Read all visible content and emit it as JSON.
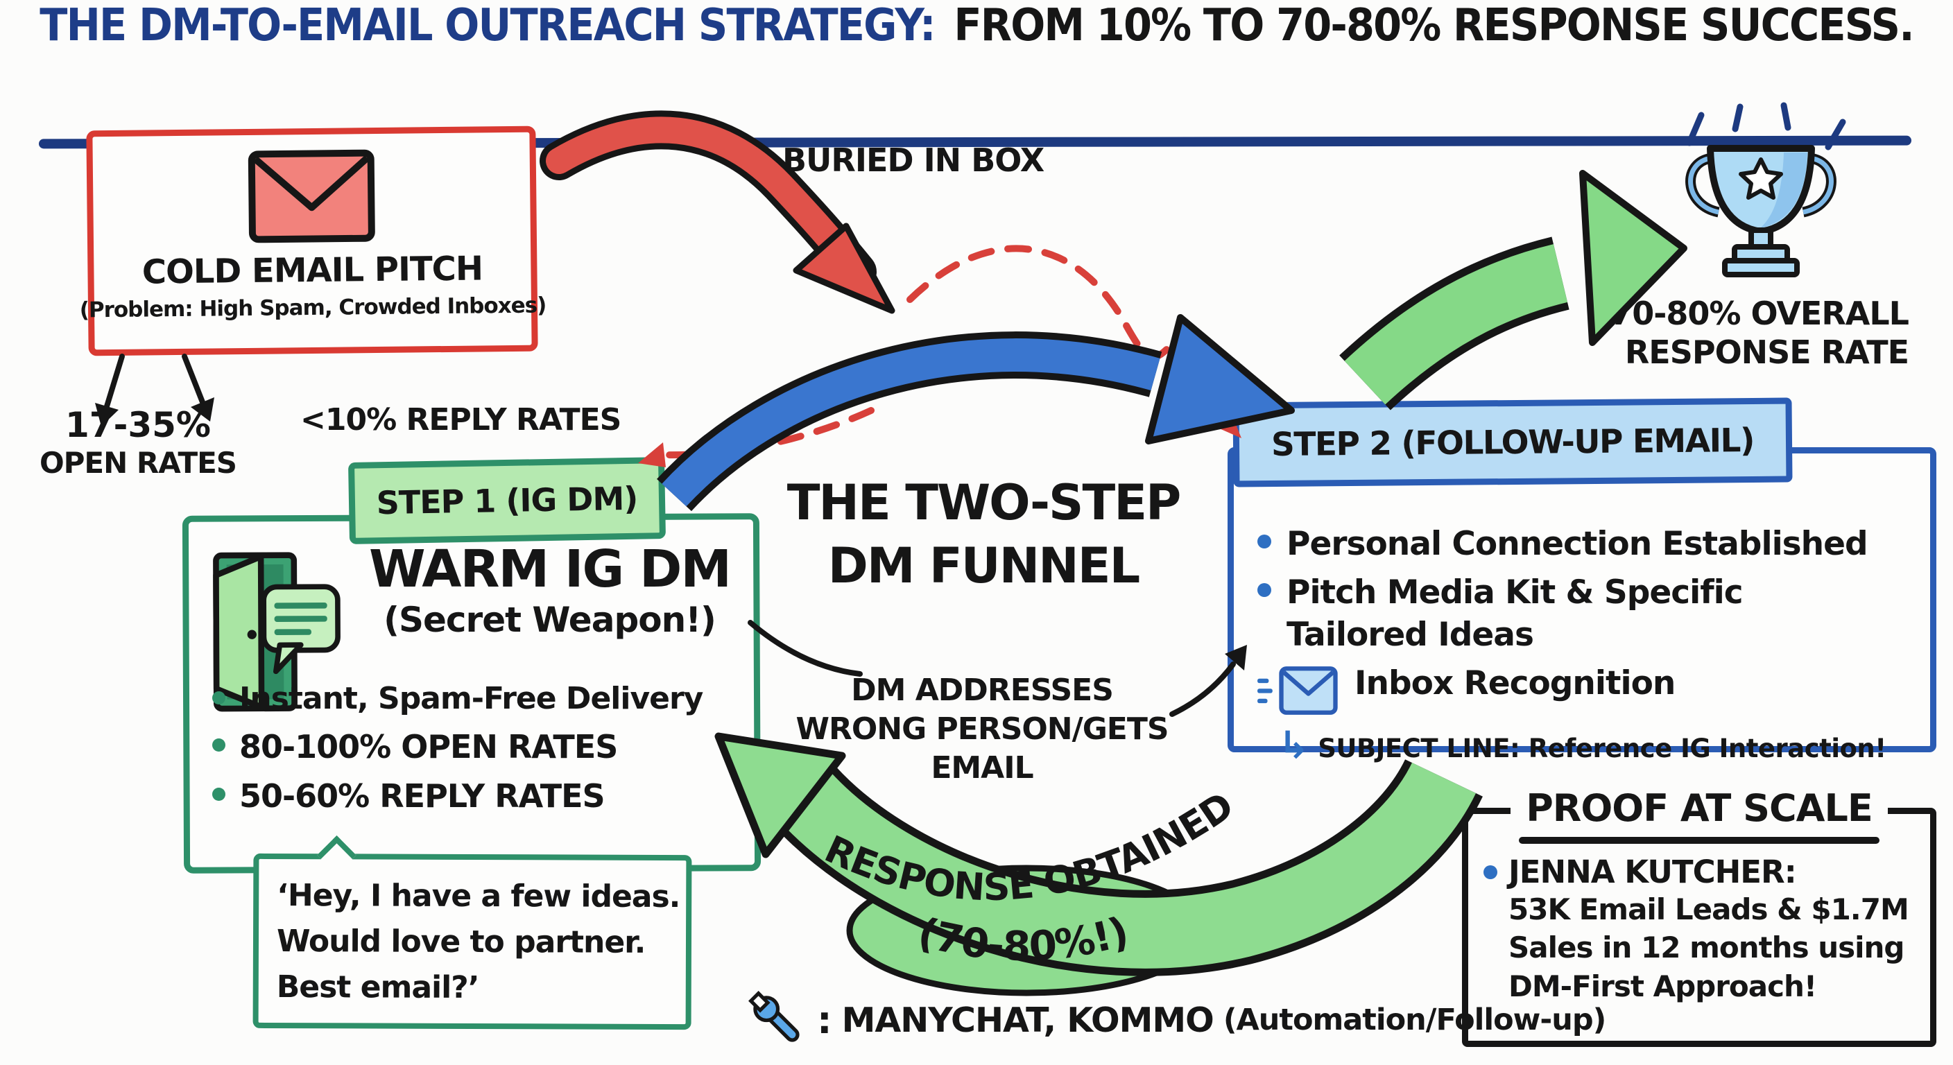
{
  "palette": {
    "ink": "#161616",
    "title_blue": "#1e3d88",
    "red": "#d93a32",
    "red_fill": "#f2827c",
    "green_dark": "#2e9069",
    "green_light": "#b5e9b0",
    "green_arrow": "#8edc90",
    "blue_dark": "#2b5cb4",
    "blue_light": "#b8dcf5",
    "blue_accent": "#2e6fc2",
    "trophy_blue": "#aedbf5",
    "wrench_blue": "#5aa7e8"
  },
  "title": {
    "highlight": "THE DM-TO-EMAIL OUTREACH STRATEGY:",
    "rest": "FROM 10% TO 70-80% RESPONSE SUCCESS."
  },
  "cold_email": {
    "heading": "COLD EMAIL PITCH",
    "problem": "(Problem: High Spam, Crowded Inboxes)",
    "open_rate_value": "17-35%",
    "open_rate_label": "OPEN RATES",
    "reply_rate": "<10% REPLY RATES",
    "buried_label": "BURIED IN BOX"
  },
  "step1": {
    "badge": "STEP 1 (IG DM)",
    "heading": "WARM IG DM",
    "subheading": "(Secret Weapon!)",
    "bullets": [
      "Instant, Spam-Free Delivery",
      "80-100% OPEN RATES",
      "50-60% REPLY RATES"
    ],
    "quote_lines": [
      "‘Hey, I have a few ideas.",
      "Would love to partner.",
      "Best email?’"
    ]
  },
  "funnel": {
    "line1": "THE TWO-STEP",
    "line2": "DM FUNNEL",
    "bridge_line1": "DM ADDRESSES",
    "bridge_line2": "WRONG PERSON/GETS",
    "bridge_line3": "EMAIL"
  },
  "step2": {
    "badge": "STEP 2 (FOLLOW-UP EMAIL)",
    "bullet1": "Personal Connection Established",
    "bullet2_line1": "Pitch Media Kit & Specific",
    "bullet2_line2": "Tailored Ideas",
    "bullet3": "Inbox Recognition",
    "subject_arrow": "↳",
    "subject_line": "SUBJECT LINE: Reference IG Interaction!"
  },
  "outcome": {
    "line1": "70-80% OVERALL",
    "line2": "RESPONSE RATE"
  },
  "response_arrow": {
    "line1": "RESPONSE OBTAINED",
    "line2": "(70-80%!)"
  },
  "proof": {
    "title": "PROOF AT SCALE",
    "name": "JENNA KUTCHER:",
    "line1": "53K Email Leads & $1.7M",
    "line2": "Sales in 12 months using",
    "line3": "DM-First Approach!"
  },
  "tools": {
    "prefix": ":",
    "names": "MANYCHAT, KOMMO",
    "detail": "(Automation/Follow-up)"
  }
}
